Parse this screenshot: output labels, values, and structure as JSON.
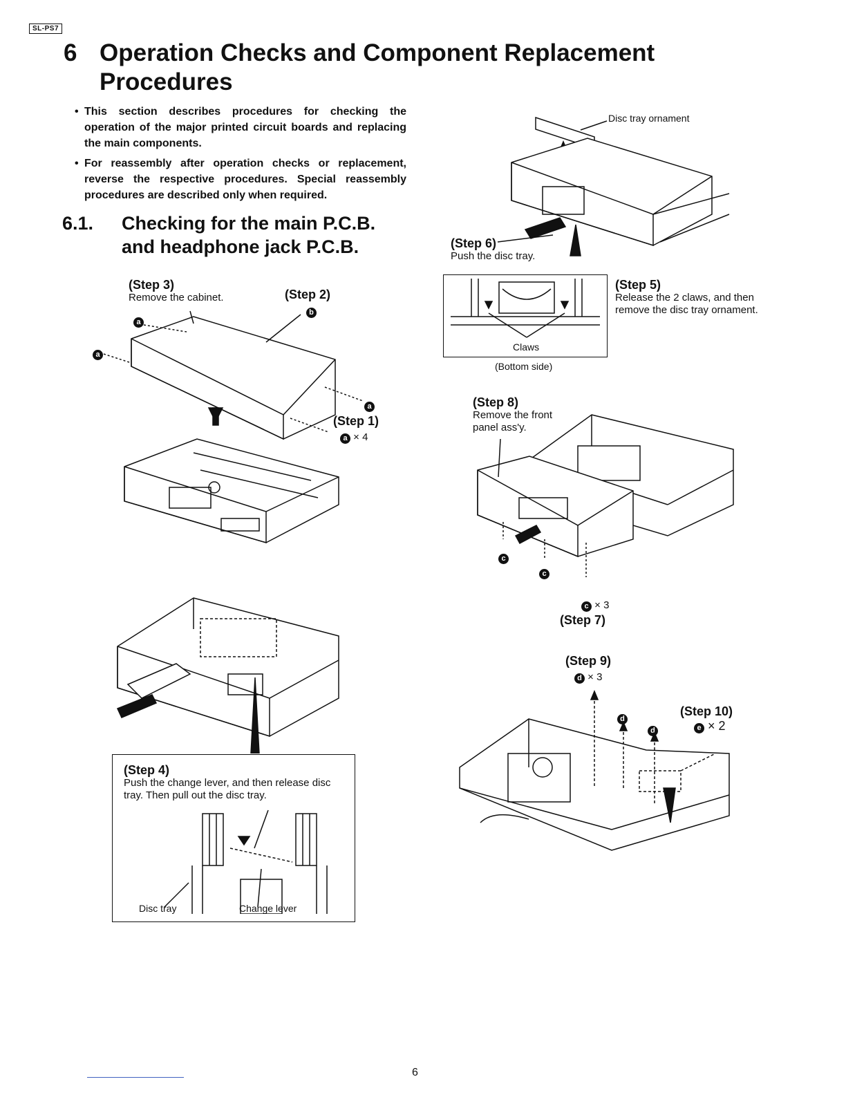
{
  "header": {
    "model": "SL-PS7"
  },
  "title": {
    "number": "6",
    "line1": "Operation Checks and Component Replacement",
    "line2": "Procedures"
  },
  "bullets": [
    "This section describes procedures for checking the operation of the major printed circuit boards and replacing the main components.",
    "For reassembly after operation checks or replacement, reverse the respective procedures. Special reassembly procedures are described only when required."
  ],
  "subsection": {
    "number": "6.1.",
    "line1": "Checking for the main P.C.B.",
    "line2": "and headphone jack P.C.B."
  },
  "fig1": {
    "step3": {
      "title": "(Step 3)",
      "text": "Remove the cabinet."
    },
    "step2": {
      "title": "(Step 2)"
    },
    "step1": {
      "title": "(Step 1)",
      "qty": "× 4"
    },
    "screw_a": "a",
    "screw_b": "b"
  },
  "fig2": {
    "ornament_label": "Disc tray ornament",
    "step6": {
      "title": "(Step 6)",
      "text": "Push the disc tray."
    },
    "step5": {
      "title": "(Step 5)",
      "text": "Release the 2 claws, and then remove the disc tray ornament."
    },
    "claws_label": "Claws",
    "bottom_side": "(Bottom side)"
  },
  "fig3": {
    "step8": {
      "title": "(Step 8)",
      "text": "Remove the front panel ass'y."
    },
    "step7": {
      "title": "(Step 7)",
      "qty": "× 3"
    },
    "screw_c": "c"
  },
  "fig4": {
    "step4": {
      "title": "(Step 4)",
      "text": "Push the change lever, and then release disc tray. Then pull out the disc tray."
    },
    "disc_tray_label": "Disc tray",
    "change_lever_label": "Change lever"
  },
  "fig5": {
    "step9": {
      "title": "(Step 9)",
      "qty": "× 3"
    },
    "step10": {
      "title": "(Step 10)",
      "qty": "× 2"
    },
    "screw_d": "d",
    "screw_e": "e"
  },
  "footer": {
    "page": "6"
  }
}
